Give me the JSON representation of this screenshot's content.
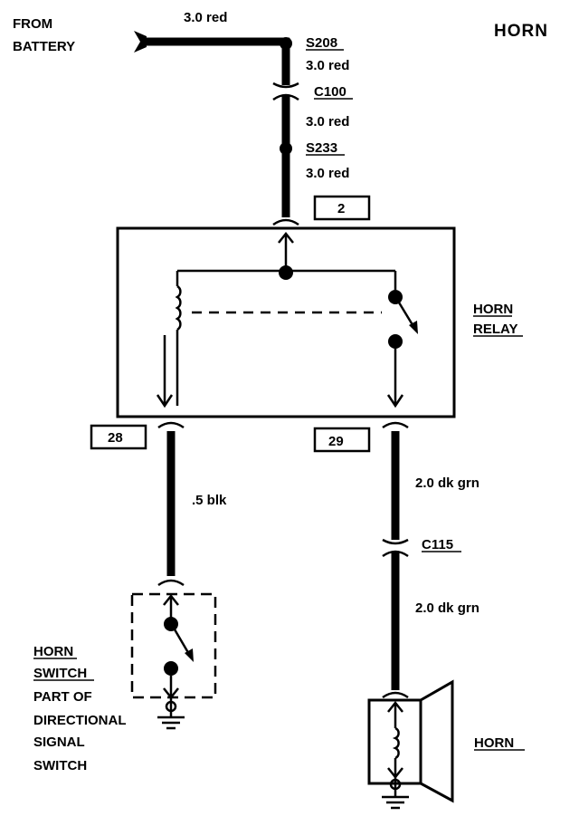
{
  "title": "HORN",
  "source": {
    "line1": "FROM",
    "line2": "BATTERY"
  },
  "wires": {
    "battery_feed": "3.0 red",
    "after_s208": "3.0 red",
    "after_c100": "3.0 red",
    "after_s233": "3.0 red",
    "to_switch": ".5 blk",
    "to_horn_upper": "2.0 dk grn",
    "to_horn_lower": "2.0 dk grn"
  },
  "splices": {
    "upper": "S208",
    "lower": "S233"
  },
  "connectors": {
    "relay_feed": "C100",
    "horn_feed": "C115"
  },
  "terminals": {
    "relay_in": "2",
    "relay_out_switch": "28",
    "relay_out_horn": "29"
  },
  "relay_label": {
    "line1": "HORN",
    "line2": "RELAY"
  },
  "switch_label": {
    "line1": "HORN",
    "line2": "SWITCH",
    "line3": "PART OF",
    "line4": "DIRECTIONAL",
    "line5": "SIGNAL",
    "line6": "SWITCH"
  },
  "horn_label": "HORN"
}
